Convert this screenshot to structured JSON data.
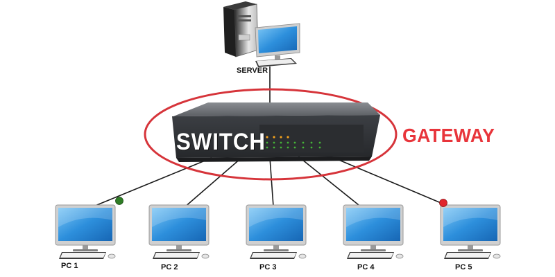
{
  "server": {
    "label": "SERVER"
  },
  "switch": {
    "label": "SWITCH"
  },
  "gateway": {
    "label": "GATEWAY"
  },
  "pcs": [
    {
      "label": "PC 1"
    },
    {
      "label": "PC 2"
    },
    {
      "label": "PC 3"
    },
    {
      "label": "PC 4"
    },
    {
      "label": "PC 5"
    }
  ],
  "colors": {
    "gateway_ring": "#d6343a",
    "switch_body": "#4a4d52",
    "screen": "#2d8fdc",
    "cable": "#1a1a1a",
    "status_green": "#2f7d25",
    "status_red": "#e0252c",
    "led_orange": "#f2a01c",
    "led_green": "#45b537"
  }
}
